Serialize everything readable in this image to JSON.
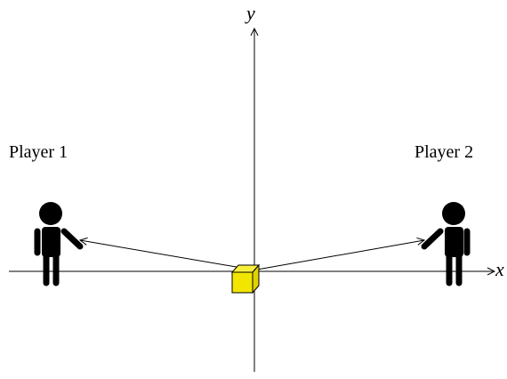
{
  "players": [
    {
      "label": "Player 1"
    },
    {
      "label": "Player 2"
    }
  ],
  "axes": {
    "x_label": "x",
    "y_label": "y"
  },
  "colors": {
    "stroke": "#000000",
    "cube_front": "#f2e600",
    "cube_top": "#f8ef3d",
    "cube_side": "#e0d200"
  },
  "icons": {
    "player": "person-icon",
    "object": "cube-icon"
  }
}
